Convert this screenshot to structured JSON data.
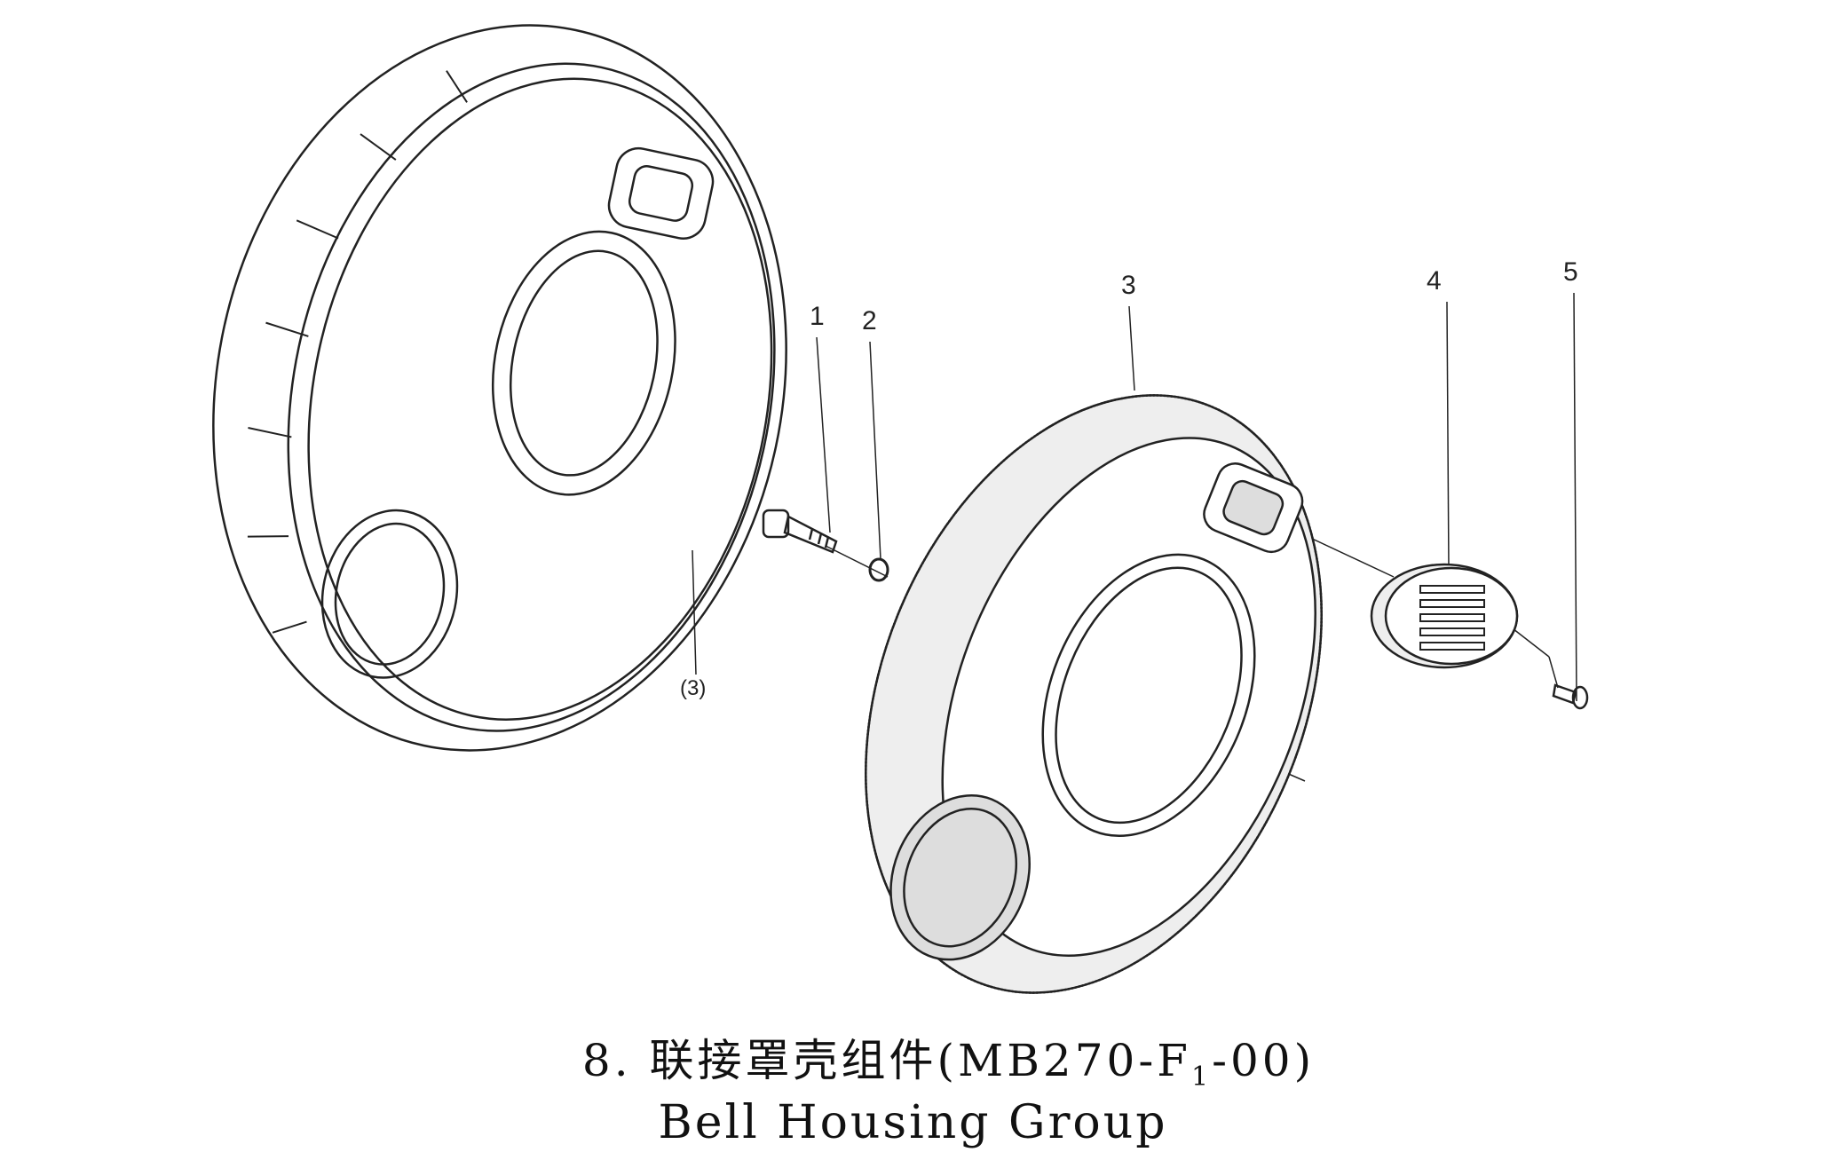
{
  "callouts": {
    "p1": "1",
    "p2": "2",
    "p3": "3",
    "p4": "4",
    "p5": "5",
    "p3_ref": "(3)"
  },
  "caption": {
    "line1_prefix": "8. 联接罩壳组件(MB270-F",
    "line1_sub": "1",
    "line1_suffix": "-00)",
    "line2": "Bell Housing Group"
  }
}
